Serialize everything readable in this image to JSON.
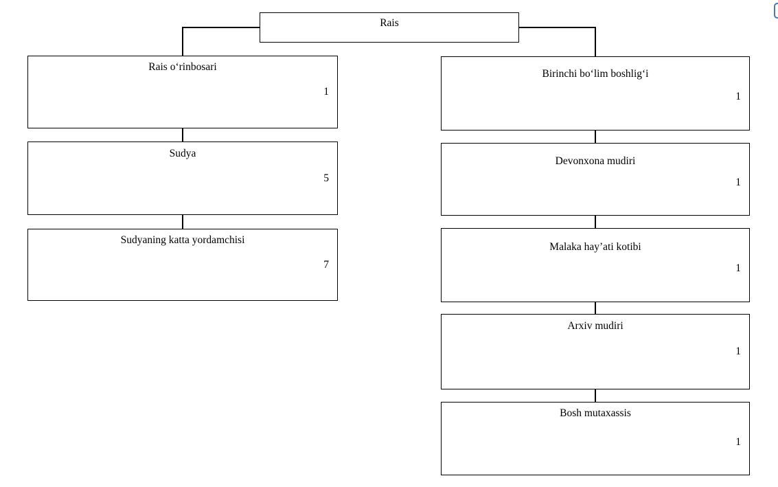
{
  "diagram": {
    "type": "org-chart",
    "root": {
      "label": "Rais"
    },
    "left_column": [
      {
        "label": "Rais o‘rinbosari",
        "count": "1"
      },
      {
        "label": "Sudya",
        "count": "5"
      },
      {
        "label": "Sudyaning katta yordamchisi",
        "count": "7"
      }
    ],
    "right_column": [
      {
        "label": "Birinchi bo‘lim boshlig‘i",
        "count": "1"
      },
      {
        "label": "Devonxona mudiri",
        "count": "1"
      },
      {
        "label": "Malaka hay’ati kotibi",
        "count": "1"
      },
      {
        "label": "Arxiv mudiri",
        "count": "1"
      },
      {
        "label": "Bosh mutaxassis",
        "count": "1"
      }
    ]
  },
  "colors": {
    "line": "#000000",
    "background": "#ffffff",
    "edge_fragment_blue": "#4678bb"
  }
}
